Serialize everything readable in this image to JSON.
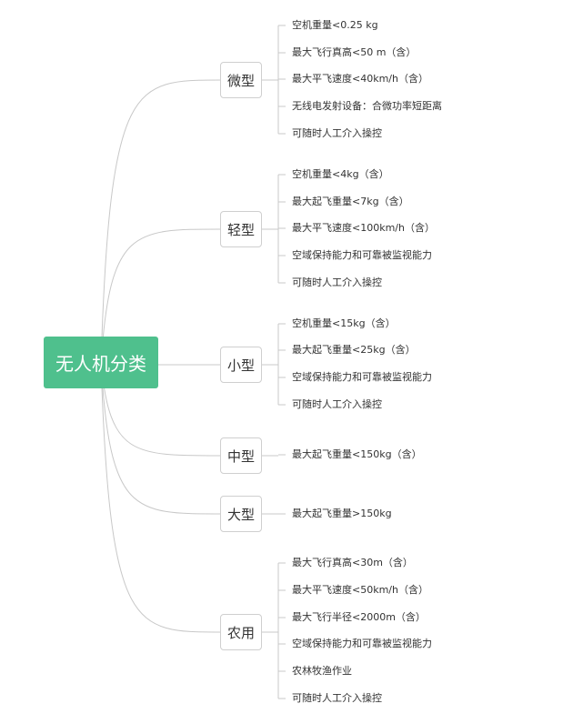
{
  "root": {
    "label": "无人机分类"
  },
  "categories": [
    {
      "label": "微型",
      "items": [
        "空机重量<0.25 kg",
        "最大飞行真高<50 m（含）",
        "最大平飞速度<40km/h（含）",
        "无线电发射设备：合微功率短距离",
        "可随时人工介入操控"
      ]
    },
    {
      "label": "轻型",
      "items": [
        "空机重量<4kg（含）",
        "最大起飞重量<7kg（含）",
        "最大平飞速度<100km/h（含）",
        "空域保持能力和可靠被监视能力",
        "可随时人工介入操控"
      ]
    },
    {
      "label": "小型",
      "items": [
        "空机重量<15kg（含）",
        "最大起飞重量<25kg（含）",
        "空域保持能力和可靠被监视能力",
        "可随时人工介入操控"
      ]
    },
    {
      "label": "中型",
      "items": [
        "最大起飞重量<150kg（含）"
      ]
    },
    {
      "label": "大型",
      "items": [
        "最大起飞重量>150kg"
      ]
    },
    {
      "label": "农用",
      "items": [
        "最大飞行真高<30m（含）",
        "最大平飞速度<50km/h（含）",
        "最大飞行半径<2000m（含）",
        "空域保持能力和可靠被监视能力",
        "农林牧渔作业",
        "可随时人工介入操控"
      ]
    }
  ]
}
